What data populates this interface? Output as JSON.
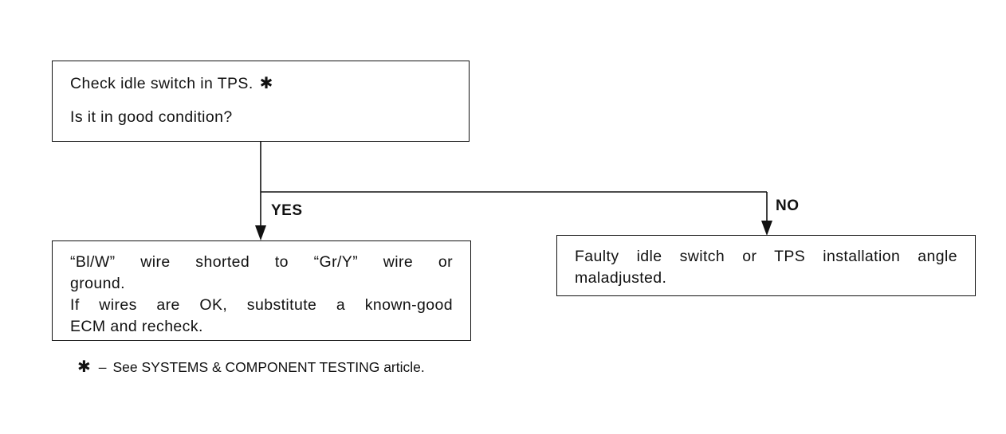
{
  "check_box": {
    "line1": "Check idle switch in TPS.",
    "marker": "✱",
    "line2": "Is it in good condition?"
  },
  "branches": {
    "yes_label": "YES",
    "no_label": "NO"
  },
  "yes_box": {
    "line1": "“Bl/W” wire shorted to “Gr/Y” wire or",
    "line2": "ground.",
    "line3": "If wires are OK, substitute a known-good",
    "line4": "ECM and recheck."
  },
  "no_box": {
    "line1": "Faulty idle switch or TPS installation angle",
    "line2": "maladjusted."
  },
  "footnote": {
    "marker": "✱",
    "dash": "–",
    "text": "See SYSTEMS & COMPONENT TESTING article."
  }
}
